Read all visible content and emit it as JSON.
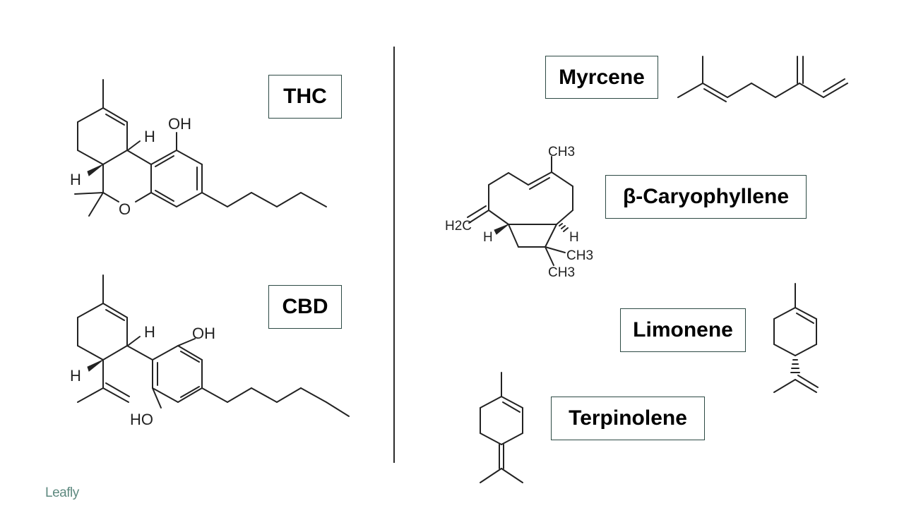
{
  "compounds": {
    "thc": {
      "name": "THC"
    },
    "cbd": {
      "name": "CBD"
    },
    "myrcene": {
      "name": "Myrcene"
    },
    "caryophyllene": {
      "name": "β-Caryophyllene"
    },
    "limonene": {
      "name": "Limonene"
    },
    "terpinolene": {
      "name": "Terpinolene"
    }
  },
  "atom_labels": {
    "oh": "OH",
    "ho": "HO",
    "h": "H",
    "o": "O",
    "ch3": "CH3",
    "h2c": "H2C"
  },
  "brand": {
    "logo": "Leafly"
  },
  "colors": {
    "box_border": "#2d4a44",
    "logo": "#5f8a80",
    "bond": "#222222"
  }
}
